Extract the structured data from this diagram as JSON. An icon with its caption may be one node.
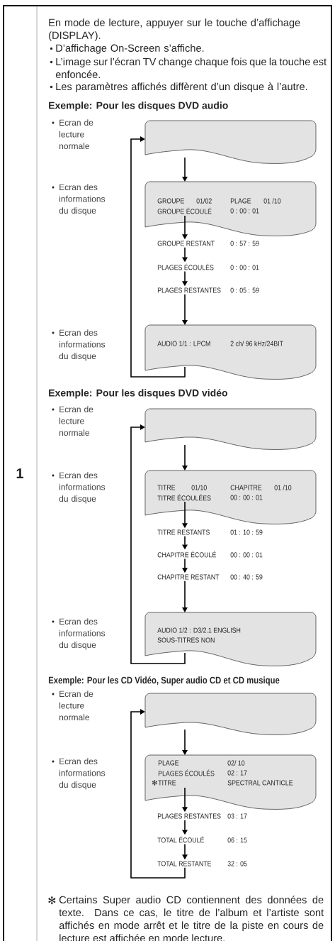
{
  "diagram": {
    "nodes": [
      {
        "text": [],
        "shape": "box"
      },
      {
        "text": [
          "GROUPE",
          "01/02",
          "PLAGE",
          "01 /10",
          "GROUPE ÉCOULÉ",
          "0 : 00 : 01"
        ]
      },
      {
        "text": [
          "GROUPE RESTANT",
          "0 : 57 : 59"
        ]
      },
      {
        "text": [
          "PLAGES ÉCOULÉS",
          "0 : 00 : 01"
        ]
      },
      {
        "text": [
          "PLAGES RESTANTES",
          "0 : 05 : 59"
        ]
      },
      {
        "text": [
          "AUDIO 1/1 : LPCM",
          "2 ch/ 96 kHz/24BIT"
        ]
      },
      {
        "text": [],
        "shape": "box"
      },
      {
        "text": [
          "TITRE",
          "01/10",
          "CHAPITRE",
          "01 /10",
          "TITRE ÉCOULÉES",
          "00 : 00 : 01"
        ]
      },
      {
        "text": [
          "TITRE RESTANTS",
          "01 : 10 : 59"
        ]
      },
      {
        "text": [
          "CHAPITRE ÉCOULÉ",
          "00 : 00 : 01"
        ]
      },
      {
        "text": [
          "CHAPITRE RESTANT",
          "00 : 40 : 59"
        ]
      },
      {
        "text": [
          "AUDIO 1/2 : D3/2.1 ENGLISH",
          "SOUS-TITRES NON"
        ]
      },
      {
        "text": [],
        "shape": "box"
      },
      {
        "text": [
          "PLAGE",
          "02/ 10",
          "PLAGES ÉCOULÉS",
          "02 : 17",
          "✻",
          "TITRE",
          "SPECTRAL CANTICLE"
        ]
      },
      {
        "text": [
          "PLAGES RESTANTES",
          "03 : 17"
        ]
      },
      {
        "text": [
          "TOTAL ÉCOULÉ",
          "06 : 15"
        ]
      },
      {
        "text": [
          "TOTAL RESTANTE",
          "32 : 05"
        ]
      }
    ],
    "edges": [
      {
        "from": 0,
        "to": 1,
        "arrow": "to"
      },
      {
        "from": 1,
        "to": 2,
        "arrow": "to"
      },
      {
        "from": 2,
        "to": 3,
        "arrow": "to"
      },
      {
        "from": 3,
        "to": 4,
        "arrow": "to"
      },
      {
        "from": 4,
        "to": 5,
        "arrow": "to"
      },
      {
        "from": 5,
        "to": 0,
        "arrow": "to"
      },
      {
        "from": 6,
        "to": 7,
        "arrow": "to"
      },
      {
        "from": 7,
        "to": 8,
        "arrow": "to"
      },
      {
        "from": 8,
        "to": 9,
        "arrow": "to"
      },
      {
        "from": 9,
        "to": 10,
        "arrow": "to"
      },
      {
        "from": 10,
        "to": 11,
        "arrow": "to"
      },
      {
        "from": 11,
        "to": 6,
        "arrow": "to"
      },
      {
        "from": 12,
        "to": 13,
        "arrow": "to"
      },
      {
        "from": 13,
        "to": 14,
        "arrow": "to"
      },
      {
        "from": 14,
        "to": 15,
        "arrow": "to"
      },
      {
        "from": 15,
        "to": 16,
        "arrow": "to"
      },
      {
        "from": 16,
        "to": 12,
        "arrow": "to"
      }
    ],
    "labels": [
      "1",
      "En mode de lecture, appuyer sur le touche d’affichage (DISPLAY).",
      "D’affichage On-Screen s’affiche.",
      "L’image sur l’écran TV change chaque fois que la touche est enfoncée.",
      "Les paramètres affichés diffèrent d’un disque à l’autre.",
      "Exemple: Pour les disques DVD audio",
      "Ecran de lecture normale",
      "Ecran des informations du disque",
      "Ecran des informations du disque",
      "Exemple: Pour les disques DVD vidéo",
      "Ecran de lecture normale",
      "Ecran des informations du disque",
      "Ecran des informations du disque",
      "Exemple: Pour les CD Vidéo, Super audio CD et CD musique",
      "Ecran de lecture normale",
      "Ecran des informations du disque",
      "✻",
      "Certains Super audio CD contiennent des données de texte. Dans ce cas, le titre de l’album et l’artiste sont affichés en mode arrêt et le titre de la piste en cours de lecture est affichée en mode lecture."
    ]
  }
}
